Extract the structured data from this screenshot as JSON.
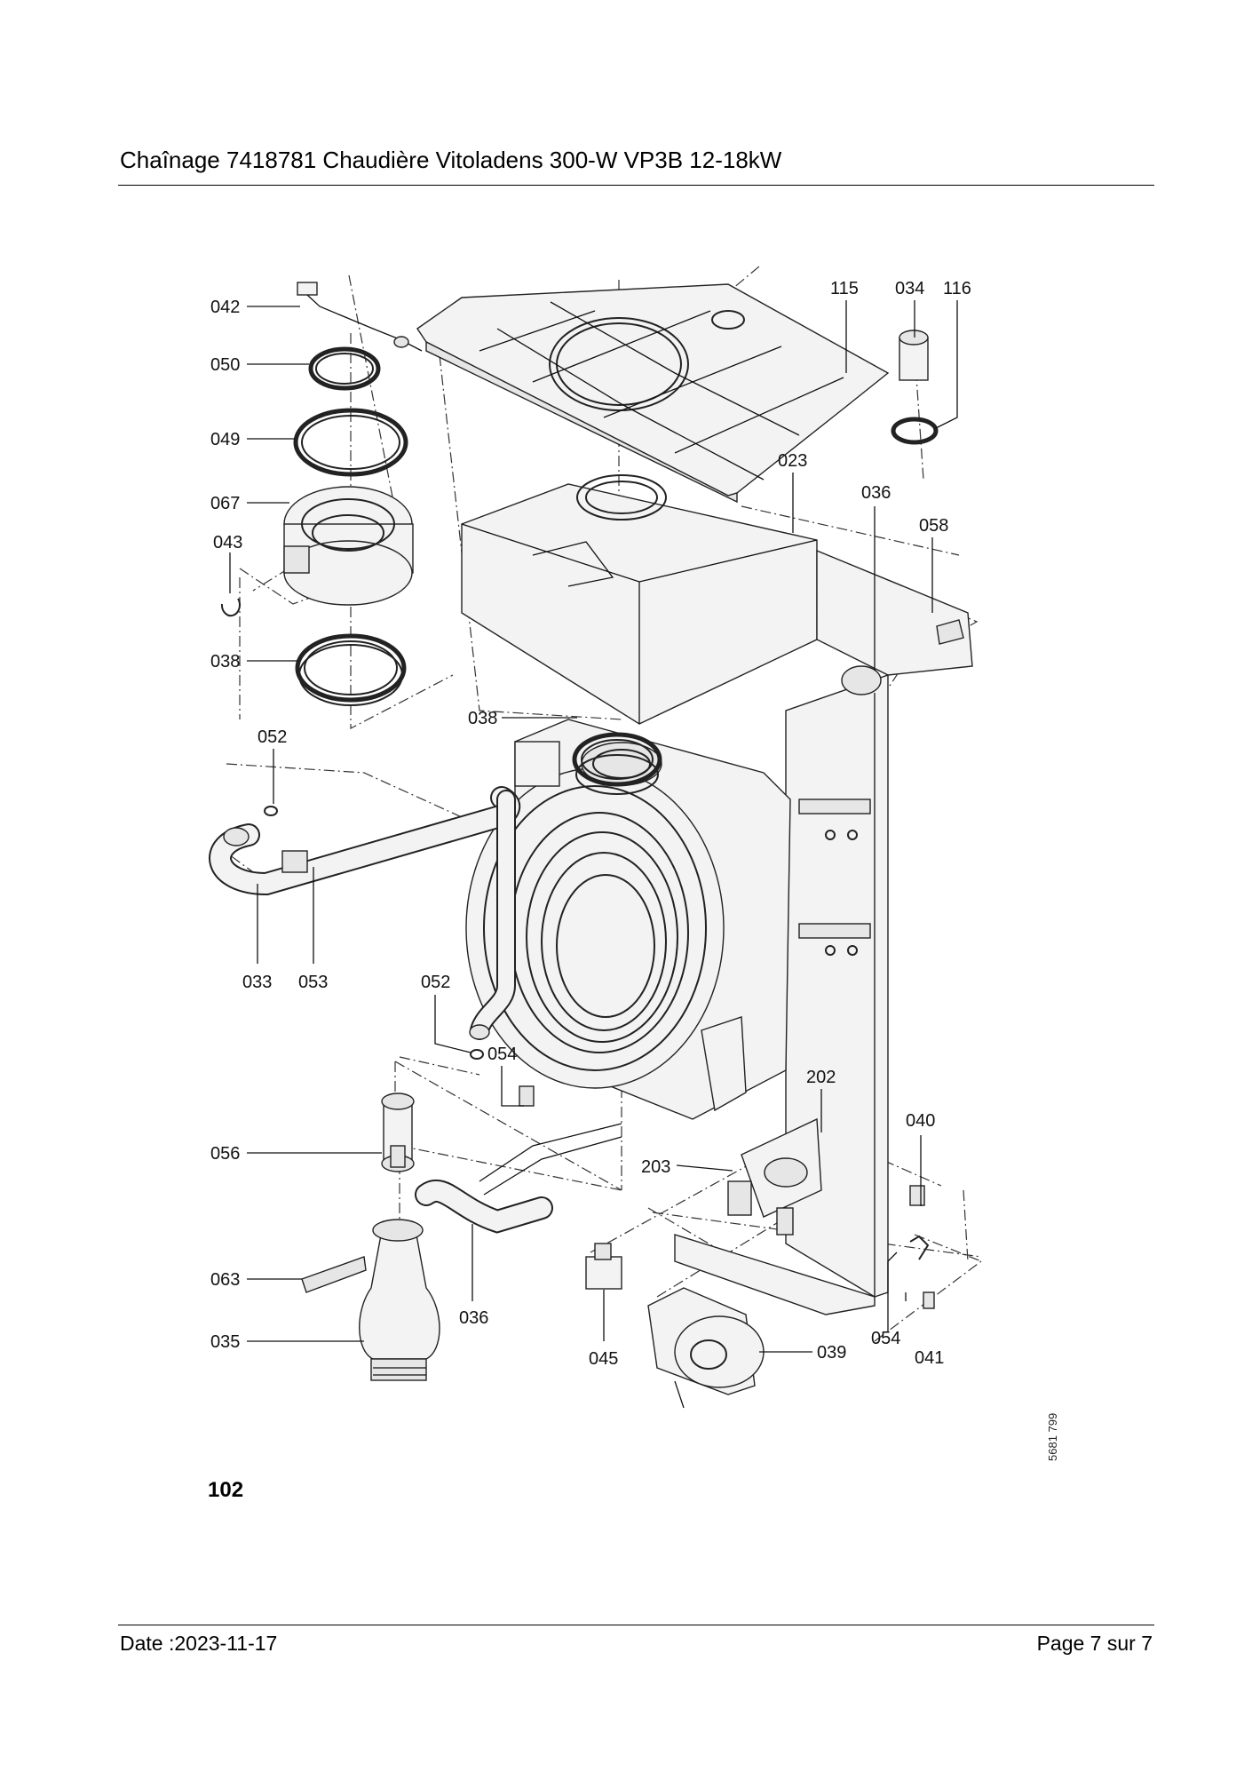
{
  "header": {
    "title": "Chaînage 7418781 Chaudière Vitoladens 300-W VP3B 12-18kW"
  },
  "footer": {
    "date": "Date :2023-11-17",
    "page": "Page 7 sur  7"
  },
  "diagram": {
    "figure_number": "102",
    "drawing_code": "5681 799",
    "labels": {
      "p042": "042",
      "p050": "050",
      "p049": "049",
      "p067": "067",
      "p043": "043",
      "p038a": "038",
      "p038b": "038",
      "p052a": "052",
      "p052b": "052",
      "p033": "033",
      "p053": "053",
      "p054a": "054",
      "p054b": "054",
      "p056": "056",
      "p063": "063",
      "p035": "035",
      "p036a": "036",
      "p036b": "036",
      "p045": "045",
      "p039": "039",
      "p041": "041",
      "p040": "040",
      "p202": "202",
      "p203": "203",
      "p023": "023",
      "p058": "058",
      "p115": "115",
      "p034": "034",
      "p116": "116"
    }
  }
}
